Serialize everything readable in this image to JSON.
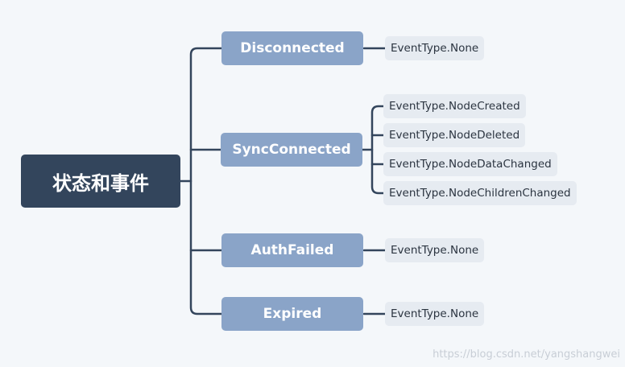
{
  "root": {
    "label": "状态和事件"
  },
  "states": [
    {
      "label": "Disconnected",
      "events": [
        "EventType.None"
      ]
    },
    {
      "label": "SyncConnected",
      "events": [
        "EventType.NodeCreated",
        "EventType.NodeDeleted",
        "EventType.NodeDataChanged",
        "EventType.NodeChildrenChanged"
      ]
    },
    {
      "label": "AuthFailed",
      "events": [
        "EventType.None"
      ]
    },
    {
      "label": "Expired",
      "events": [
        "EventType.None"
      ]
    }
  ],
  "watermark": "https://blog.csdn.net/yangshangwei",
  "colors": {
    "root_bg": "#33455c",
    "state_bg": "#8aa4c8",
    "leaf_bg": "#e6ebf1",
    "connector": "#33455c",
    "background": "#f4f7fa"
  }
}
